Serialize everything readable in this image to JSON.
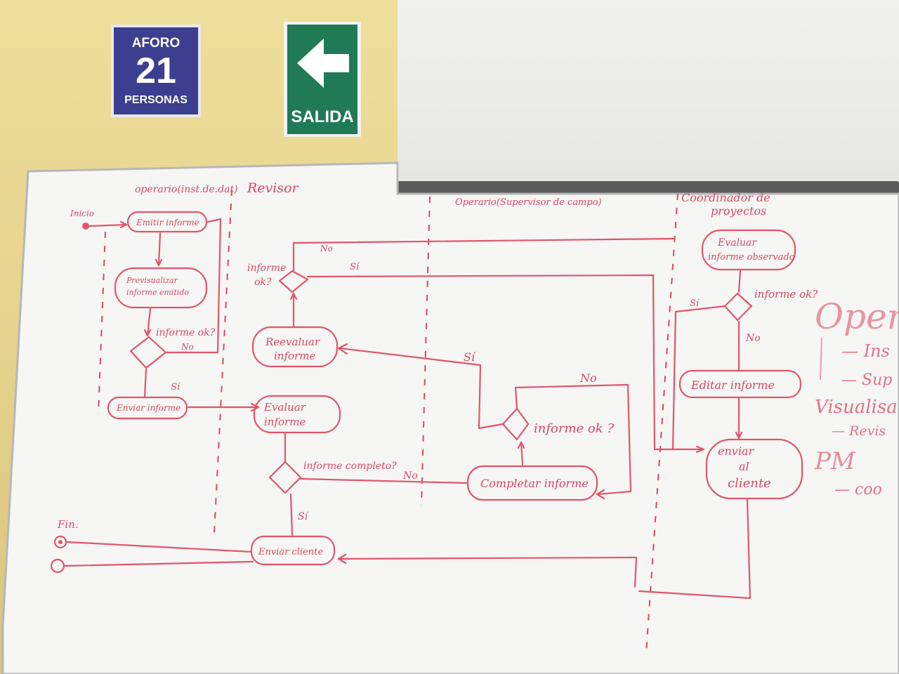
{
  "signs": {
    "aforo": {
      "line1": "AFORO",
      "number": "21",
      "line3": "PERSONAS"
    },
    "salida": {
      "label": "SALIDA"
    }
  },
  "lanes": {
    "operario_inst": "operario(inst.de.dat)",
    "revisor": "Revisor",
    "operario_supervisor": "Operario(Supervisor de campo)",
    "coordinador_line1": "Coordinador de",
    "coordinador_line2": "proyectos"
  },
  "nodes": {
    "inicio": "Inicio",
    "emitir": "Emitir informe",
    "previsualizar_1": "Previsualizar",
    "previsualizar_2": "informe emitido",
    "q1": "informe ok?",
    "q1_no": "No",
    "q1_si": "Sí",
    "enviar_informe": "Enviar informe",
    "revisor_q_1": "informe",
    "revisor_q_2": "ok?",
    "revisor_q_no": "No",
    "revisor_q_si": "Sí",
    "reevaluar_1": "Reevaluar",
    "reevaluar_2": "informe",
    "evaluar_1": "Evaluar",
    "evaluar_2": "informe",
    "q_completo": "informe completo?",
    "q_completo_no": "No",
    "q_completo_si": "Sí",
    "enviar_cliente": "Enviar cliente",
    "fin": "Fin.",
    "completar": "Completar informe",
    "q_ok2": "informe ok ?",
    "q_ok2_no": "No",
    "q_ok2_si": "Sí",
    "evaluar_obs_1": "Evaluar",
    "evaluar_obs_2": "informe observado",
    "q_coord": "informe ok?",
    "q_coord_si": "Sí",
    "q_coord_no": "No",
    "editar": "Editar informe",
    "enviar_al_1": "enviar",
    "enviar_al_2": "al",
    "enviar_al_3": "cliente"
  },
  "side_notes": {
    "oper": "Oper",
    "ins": "— Ins",
    "sup": "— Sup",
    "visualisa": "Visualisa",
    "revis": "— Revis",
    "pm": "PM",
    "coo": "— coo"
  },
  "colors": {
    "marker": "#e0566a",
    "sign_blue": "#3c3f8f",
    "sign_green": "#1f7a55"
  }
}
